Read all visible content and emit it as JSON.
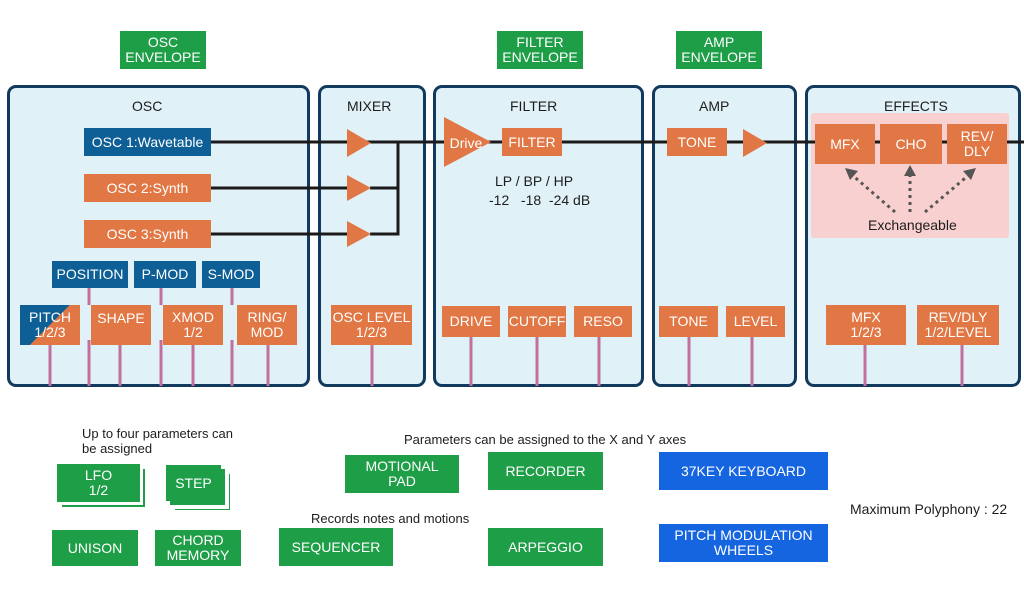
{
  "envelopes": {
    "osc": "OSC\nENVELOPE",
    "filter": "FILTER\nENVELOPE",
    "amp": "AMP\nENVELOPE"
  },
  "sections": {
    "osc": "OSC",
    "mixer": "MIXER",
    "filter": "FILTER",
    "amp": "AMP",
    "effects": "EFFECTS"
  },
  "oscillators": [
    "OSC 1:Wavetable",
    "OSC 2:Synth",
    "OSC 3:Synth"
  ],
  "mod_sources": [
    "POSITION",
    "P-MOD",
    "S-MOD"
  ],
  "osc_params": {
    "pitch": "PITCH\n1/2/3",
    "shape": "SHAPE",
    "xmod": "XMOD\n1/2",
    "ringmod": "RING/\nMOD"
  },
  "mixer_params": {
    "osc_level": "OSC LEVEL\n1/2/3"
  },
  "filter_block": {
    "drive": "Drive",
    "filter": "FILTER",
    "types": "LP / BP / HP",
    "slopes": "-12   -18  -24 dB"
  },
  "filter_params": [
    "DRIVE",
    "CUTOFF",
    "RESO"
  ],
  "amp_block": {
    "tone": "TONE"
  },
  "amp_params": [
    "TONE",
    "LEVEL"
  ],
  "effects_block": {
    "mfx": "MFX",
    "cho": "CHO",
    "revdly": "REV/\nDLY",
    "exchangeable": "Exchangeable"
  },
  "effects_params": {
    "mfx": "MFX\n1/2/3",
    "revdly": "REV/DLY\n1/2/LEVEL"
  },
  "notes": {
    "four_params": "Up to four parameters can\nbe assigned",
    "xy_axes": "Parameters can be assigned to the X and Y axes",
    "records": "Records notes and motions",
    "polyphony": "Maximum Polyphony : 22"
  },
  "controllers": {
    "lfo": "LFO\n1/2",
    "step": "STEP",
    "unison": "UNISON",
    "chord_memory": "CHORD\nMEMORY",
    "motional_pad": "MOTIONAL\nPAD",
    "recorder": "RECORDER",
    "sequencer": "SEQUENCER",
    "arpeggio": "ARPEGGIO",
    "keyboard": "37KEY KEYBOARD",
    "wheels": "PITCH MODULATION\nWHEELS"
  },
  "colors": {
    "section_border": "#123a5e",
    "section_fill": "#e1f1f8",
    "green": "#1f9e48",
    "orange": "#e07744",
    "navy": "#0d5f96",
    "blue": "#1565e0",
    "mod_line": "#c0709c",
    "signal_line": "#1a1a1a",
    "effects_area": "#f7d0cf"
  }
}
